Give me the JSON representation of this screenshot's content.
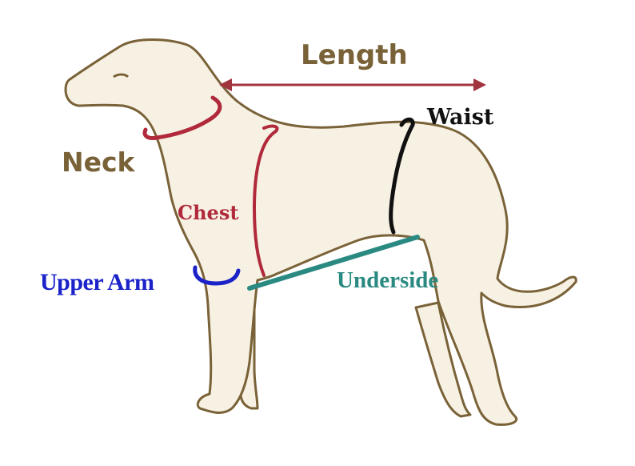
{
  "labels": {
    "length": "Length",
    "neck": "Neck",
    "waist": "Waist",
    "chest": "Chest",
    "upper_arm": "Upper Arm",
    "underside": "Underside"
  },
  "colors": {
    "dog_fill": "#f7f1e3",
    "dog_outline": "#7a6238",
    "length": "#a0343f",
    "neck_text": "#7a6238",
    "neck_ring": "#b02a3c",
    "chest": "#b02a3c",
    "waist": "#111111",
    "upper_arm": "#1a22c8",
    "underside": "#2a8a82"
  }
}
